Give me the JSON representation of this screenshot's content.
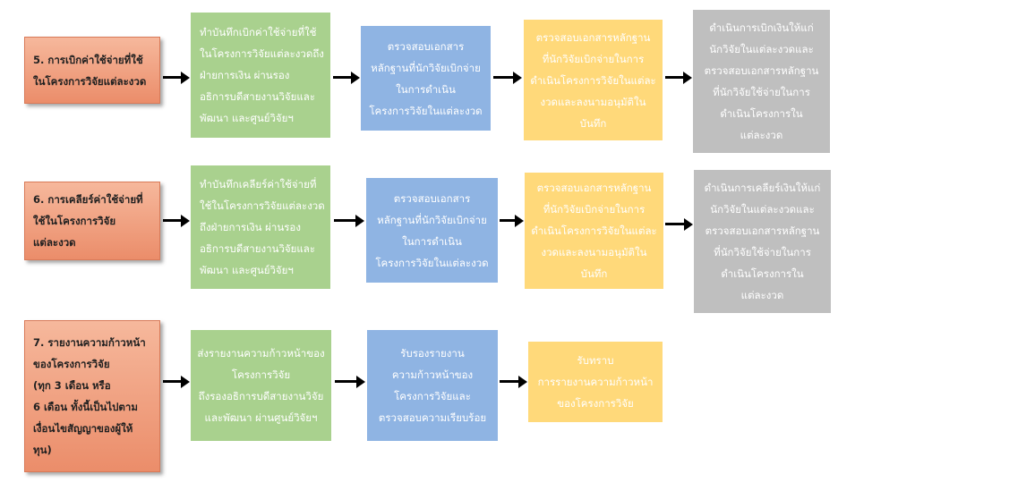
{
  "rows": [
    {
      "label": [
        "5. การเบิกค่าใช้จ่ายที่ใช้",
        "ในโครงการวิจัยแต่ละงวด"
      ],
      "steps": [
        [
          "ทำบันทึกเบิกค่าใช้จ่ายที่ใช้",
          "ในโครงการวิจัยแต่ละงวดถึง",
          "ฝ่ายการเงิน ผ่านรอง",
          "อธิการบดีสายงานวิจัยและ",
          "พัฒนา และศูนย์วิจัยฯ"
        ],
        [
          "ตรวจสอบเอกสาร",
          "หลักฐานที่นักวิจัยเบิกจ่าย",
          "ในการดำเนิน",
          "โครงการวิจัยในแต่ละงวด"
        ],
        [
          "ตรวจสอบเอกสารหลักฐาน",
          "ที่นักวิจัยเบิกจ่ายในการ",
          "ดำเนินโครงการวิจัยในแต่ละ",
          "งวดและลงนามอนุมัติใน",
          "บันทึก"
        ],
        [
          "ดำเนินการเบิกเงินให้แก่",
          "นักวิจัยในแต่ละงวดและ",
          "ตรวจสอบเอกสารหลักฐาน",
          "ที่นักวิจัยใช้จ่ายในการ",
          "ดำเนินโครงการใน",
          "แต่ละงวด"
        ]
      ]
    },
    {
      "label": [
        "6. การเคลียร์ค่าใช้จ่ายที่",
        "ใช้ในโครงการวิจัย",
        "แต่ละงวด"
      ],
      "steps": [
        [
          "ทำบันทึกเคลียร์ค่าใช้จ่ายที่",
          "ใช้ในโครงการวิจัยแต่ละงวด",
          "ถึงฝ่ายการเงิน ผ่านรอง",
          "อธิการบดีสายงานวิจัยและ",
          "พัฒนา และศูนย์วิจัยฯ"
        ],
        [
          "ตรวจสอบเอกสาร",
          "หลักฐานที่นักวิจัยเบิกจ่าย",
          "ในการดำเนิน",
          "โครงการวิจัยในแต่ละงวด"
        ],
        [
          "ตรวจสอบเอกสารหลักฐาน",
          "ที่นักวิจัยเบิกจ่ายในการ",
          "ดำเนินโครงการวิจัยในแต่ละ",
          "งวดและลงนามอนุมัติใน",
          "บันทึก"
        ],
        [
          "ดำเนินการเคลียร์เงินให้แก่",
          "นักวิจัยในแต่ละงวดและ",
          "ตรวจสอบเอกสารหลักฐาน",
          "ที่นักวิจัยใช้จ่ายในการ",
          "ดำเนินโครงการใน",
          "แต่ละงวด"
        ]
      ]
    },
    {
      "label": [
        "7. รายงานความก้าวหน้า",
        "ของโครงการวิจัย",
        "(ทุก 3 เดือน หรือ",
        "6 เดือน ทั้งนี้เป็นไปตาม",
        "เงื่อนไขสัญญาของผู้ให้",
        "ทุน)"
      ],
      "steps": [
        [
          "ส่งรายงานความก้าวหน้าของ",
          "โครงการวิจัย",
          "ถึงรองอธิการบดีสายงานวิจัย",
          "และพัฒนา ผ่านศูนย์วิจัยฯ"
        ],
        [
          "รับรองรายงาน",
          "ความก้าวหน้าของ",
          "โครงการวิจัยและ",
          "ตรวจสอบความเรียบร้อย"
        ],
        [
          "รับทราบ",
          "การรายงานความก้าวหน้า",
          "ของโครงการวิจัย"
        ]
      ]
    }
  ]
}
